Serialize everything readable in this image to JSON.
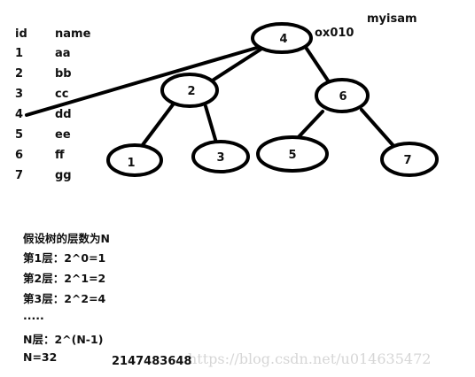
{
  "table": {
    "header": [
      "id",
      "name"
    ],
    "rows": [
      [
        "1",
        "aa"
      ],
      [
        "2",
        "bb"
      ],
      [
        "3",
        "cc"
      ],
      [
        "4",
        "dd"
      ],
      [
        "5",
        "ee"
      ],
      [
        "6",
        "ff"
      ],
      [
        "7",
        "gg"
      ]
    ]
  },
  "tree": {
    "engine_label": "myisam",
    "address_label": "ox010",
    "nodes": [
      "4",
      "2",
      "6",
      "1",
      "3",
      "5",
      "7"
    ]
  },
  "notes": {
    "lines": [
      "假设树的层数为N",
      "第1层：2^0=1",
      "第2层：2^1=2",
      "第3层：2^2=4",
      ".....",
      "N层：2^(N-1)",
      "N=32"
    ],
    "result": "2147483648"
  },
  "watermark": "https://blog.csdn.net/u014635472"
}
